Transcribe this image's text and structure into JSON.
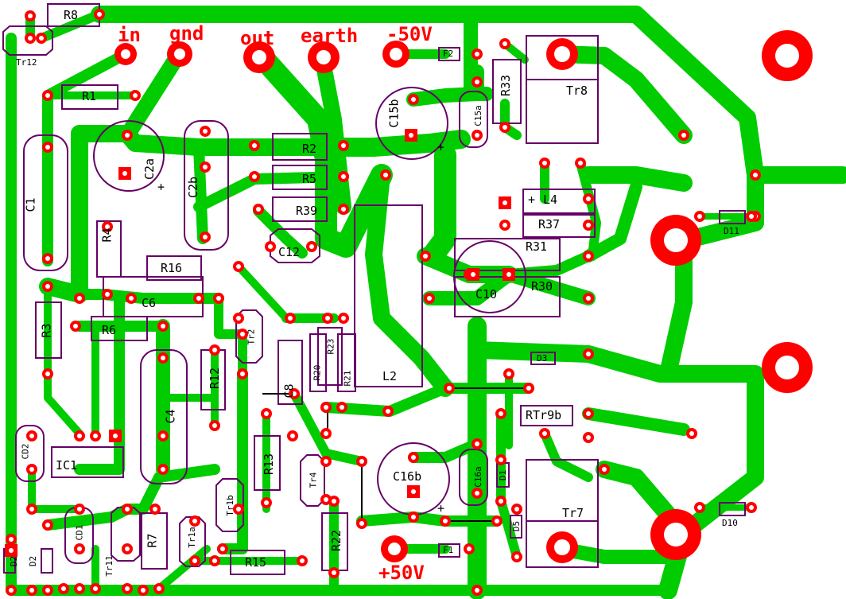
{
  "colors": {
    "background": "#ffffff",
    "trace": "#00cc00",
    "pad": "#ff0000",
    "silkscreen": "#660066",
    "label_red": "#ff0000",
    "label_black": "#000000",
    "jumper": "#000000"
  },
  "net_labels": {
    "in": "in",
    "gnd": "gnd",
    "out": "out",
    "earth": "earth",
    "minus50": "-50V",
    "plus50": "+50V"
  },
  "parts": {
    "R8": "R8",
    "Tr12": "Tr12",
    "R1": "R1",
    "C1": "C1",
    "C2a": "C2a",
    "C2b": "C2b",
    "R2": "R2",
    "R5": "R5",
    "R39": "R39",
    "C12": "C12",
    "C15b": "C15b",
    "C15a": "C15a",
    "R33": "R33",
    "Tr8": "Tr8",
    "F2": "F2",
    "L4": "L4",
    "R37": "R37",
    "R31": "R31",
    "C10": "C10",
    "R30": "R30",
    "D11": "D11",
    "R4": "R4",
    "R16": "R16",
    "C6": "C6",
    "R3": "R3",
    "R6": "R6",
    "Tr2": "Tr2",
    "C8": "C8",
    "R20": "R20",
    "R23": "R23",
    "R21": "R21",
    "L2": "L2",
    "R12": "R12",
    "C4": "C4",
    "D3": "D3",
    "RTr9b": "RTr9b",
    "CD2": "CD2",
    "IC1": "IC1",
    "R13": "R13",
    "Tr4": "Tr4",
    "C16b": "C16b",
    "C16a": "C16a",
    "D1": "D1",
    "Tr7": "Tr7",
    "Tr1b": "Tr1b",
    "CD1": "CD1",
    "Tr11": "Tr11",
    "R7": "R7",
    "Tr1a": "Tr1a",
    "R15": "R15",
    "R22": "R22",
    "F1": "F1",
    "D5": "D5",
    "D10": "D10",
    "D2": "D2",
    "D2b": "D2",
    "plus_c2a": "+",
    "plus_c15b": "+",
    "plus_c16b": "+",
    "plus_l4": "+"
  }
}
